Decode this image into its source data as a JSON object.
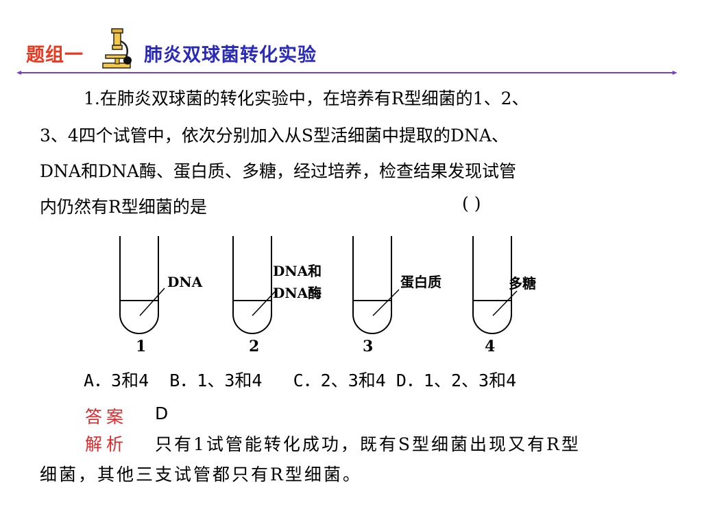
{
  "header": {
    "group_label": "题组一",
    "topic": "肺炎双球菌转化实验",
    "accent_colors": {
      "group": "#e8381f",
      "topic": "#2a2ab8",
      "rule": "#7a3fc4"
    },
    "icon": "microscope-icon"
  },
  "question": {
    "line1": "1.在肺炎双球菌的转化实验中，在培养有R型细菌的1、2、",
    "line2": "3、4四个试管中，依次分别加入从S型活细菌中提取的DNA、",
    "line3": "DNA和DNA酶、蛋白质、多糖，经过培养，检查结果发现试管",
    "line4": "内仍然有R型细菌的是",
    "bracket": "(    )"
  },
  "figure": {
    "tubes": [
      {
        "number": "1",
        "label_lines": [
          "DNA"
        ]
      },
      {
        "number": "2",
        "label_lines": [
          "DNA和",
          "DNA酶"
        ]
      },
      {
        "number": "3",
        "label_lines": [
          "蛋白质"
        ]
      },
      {
        "number": "4",
        "label_lines": [
          "多糖"
        ]
      }
    ]
  },
  "options": {
    "text": "A．3和4  B．1、3和4   C．2、3和4 D．1、2、3和4"
  },
  "answer": {
    "label": "答案",
    "value": "D"
  },
  "explanation": {
    "label": "解析",
    "line1": "只有1试管能转化成功，既有S型细菌出现又有R型",
    "line2": "细菌，其他三支试管都只有R型细菌。"
  }
}
